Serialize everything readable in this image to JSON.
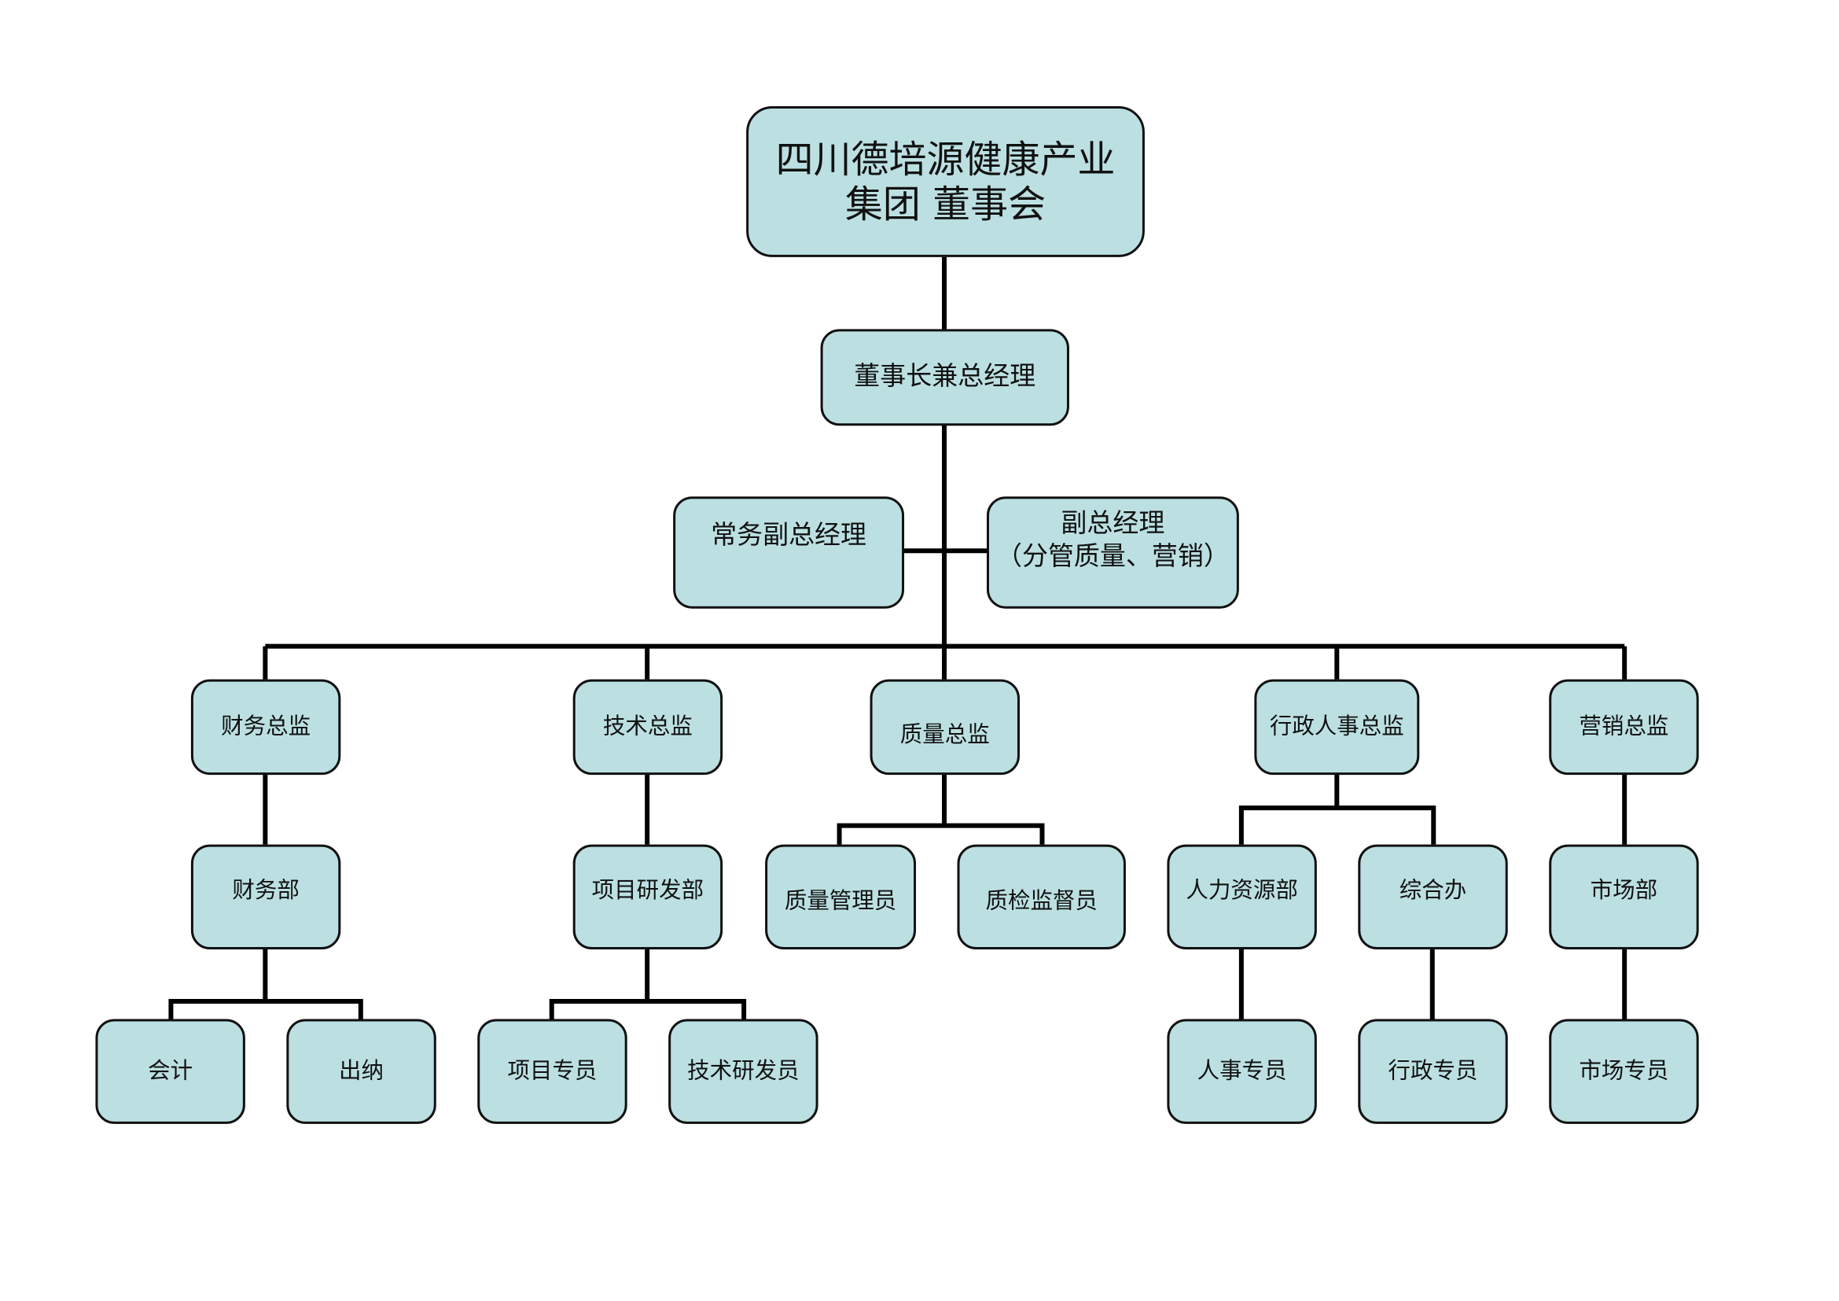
{
  "board": {
    "line1": "四川德培源健康产业",
    "line2": "集团  董事会"
  },
  "chairman": "董事长兼总经理",
  "executive_vp": "常务副总经理",
  "vp": {
    "line1": "副总经理",
    "line2": "（分管质量、营销）"
  },
  "directors": {
    "finance": "财务总监",
    "tech": "技术总监",
    "quality": "质量总监",
    "admin_hr": "行政人事总监",
    "marketing": "营销总监"
  },
  "departments": {
    "finance_dept": "财务部",
    "rd_dept": "项目研发部",
    "quality_manager": "质量管理员",
    "quality_inspector": "质检监督员",
    "hr_dept": "人力资源部",
    "general_office": "综合办",
    "market_dept": "市场部"
  },
  "staff": {
    "accountant": "会计",
    "cashier": "出纳",
    "project_specialist": "项目专员",
    "tech_rd": "技术研发员",
    "hr_specialist": "人事专员",
    "admin_specialist": "行政专员",
    "market_specialist": "市场专员"
  },
  "colors": {
    "box_fill": "#bce0e2",
    "line": "#000000"
  }
}
